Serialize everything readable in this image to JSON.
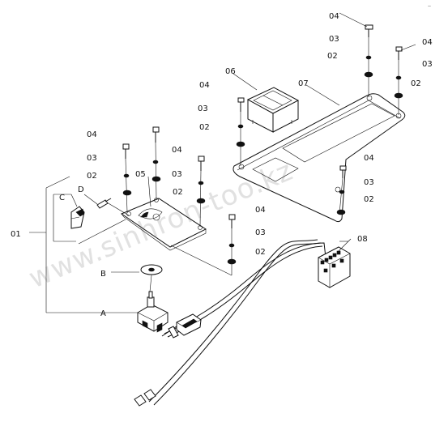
{
  "corner_mark": "—",
  "watermark": "www.sinhron-too.kz",
  "callouts": [
    {
      "id": "c01",
      "text": "01"
    },
    {
      "id": "c02a",
      "text": "02"
    },
    {
      "id": "c02b",
      "text": "02"
    },
    {
      "id": "c02c",
      "text": "02"
    },
    {
      "id": "c02d",
      "text": "02"
    },
    {
      "id": "c02e",
      "text": "02"
    },
    {
      "id": "c02f",
      "text": "02"
    },
    {
      "id": "c02g",
      "text": "02"
    },
    {
      "id": "c03a",
      "text": "03"
    },
    {
      "id": "c03b",
      "text": "03"
    },
    {
      "id": "c03c",
      "text": "03"
    },
    {
      "id": "c03d",
      "text": "03"
    },
    {
      "id": "c03e",
      "text": "03"
    },
    {
      "id": "c03f",
      "text": "03"
    },
    {
      "id": "c03g",
      "text": "03"
    },
    {
      "id": "c04a",
      "text": "04"
    },
    {
      "id": "c04b",
      "text": "04"
    },
    {
      "id": "c04c",
      "text": "04"
    },
    {
      "id": "c04d",
      "text": "04"
    },
    {
      "id": "c04e",
      "text": "04"
    },
    {
      "id": "c04f",
      "text": "04"
    },
    {
      "id": "c04g",
      "text": "04"
    },
    {
      "id": "c05",
      "text": "05"
    },
    {
      "id": "c06",
      "text": "06"
    },
    {
      "id": "c07",
      "text": "07"
    },
    {
      "id": "c08",
      "text": "08"
    },
    {
      "id": "cA",
      "text": "A"
    },
    {
      "id": "cB",
      "text": "B"
    },
    {
      "id": "cC",
      "text": "C"
    },
    {
      "id": "cD",
      "text": "D"
    }
  ]
}
